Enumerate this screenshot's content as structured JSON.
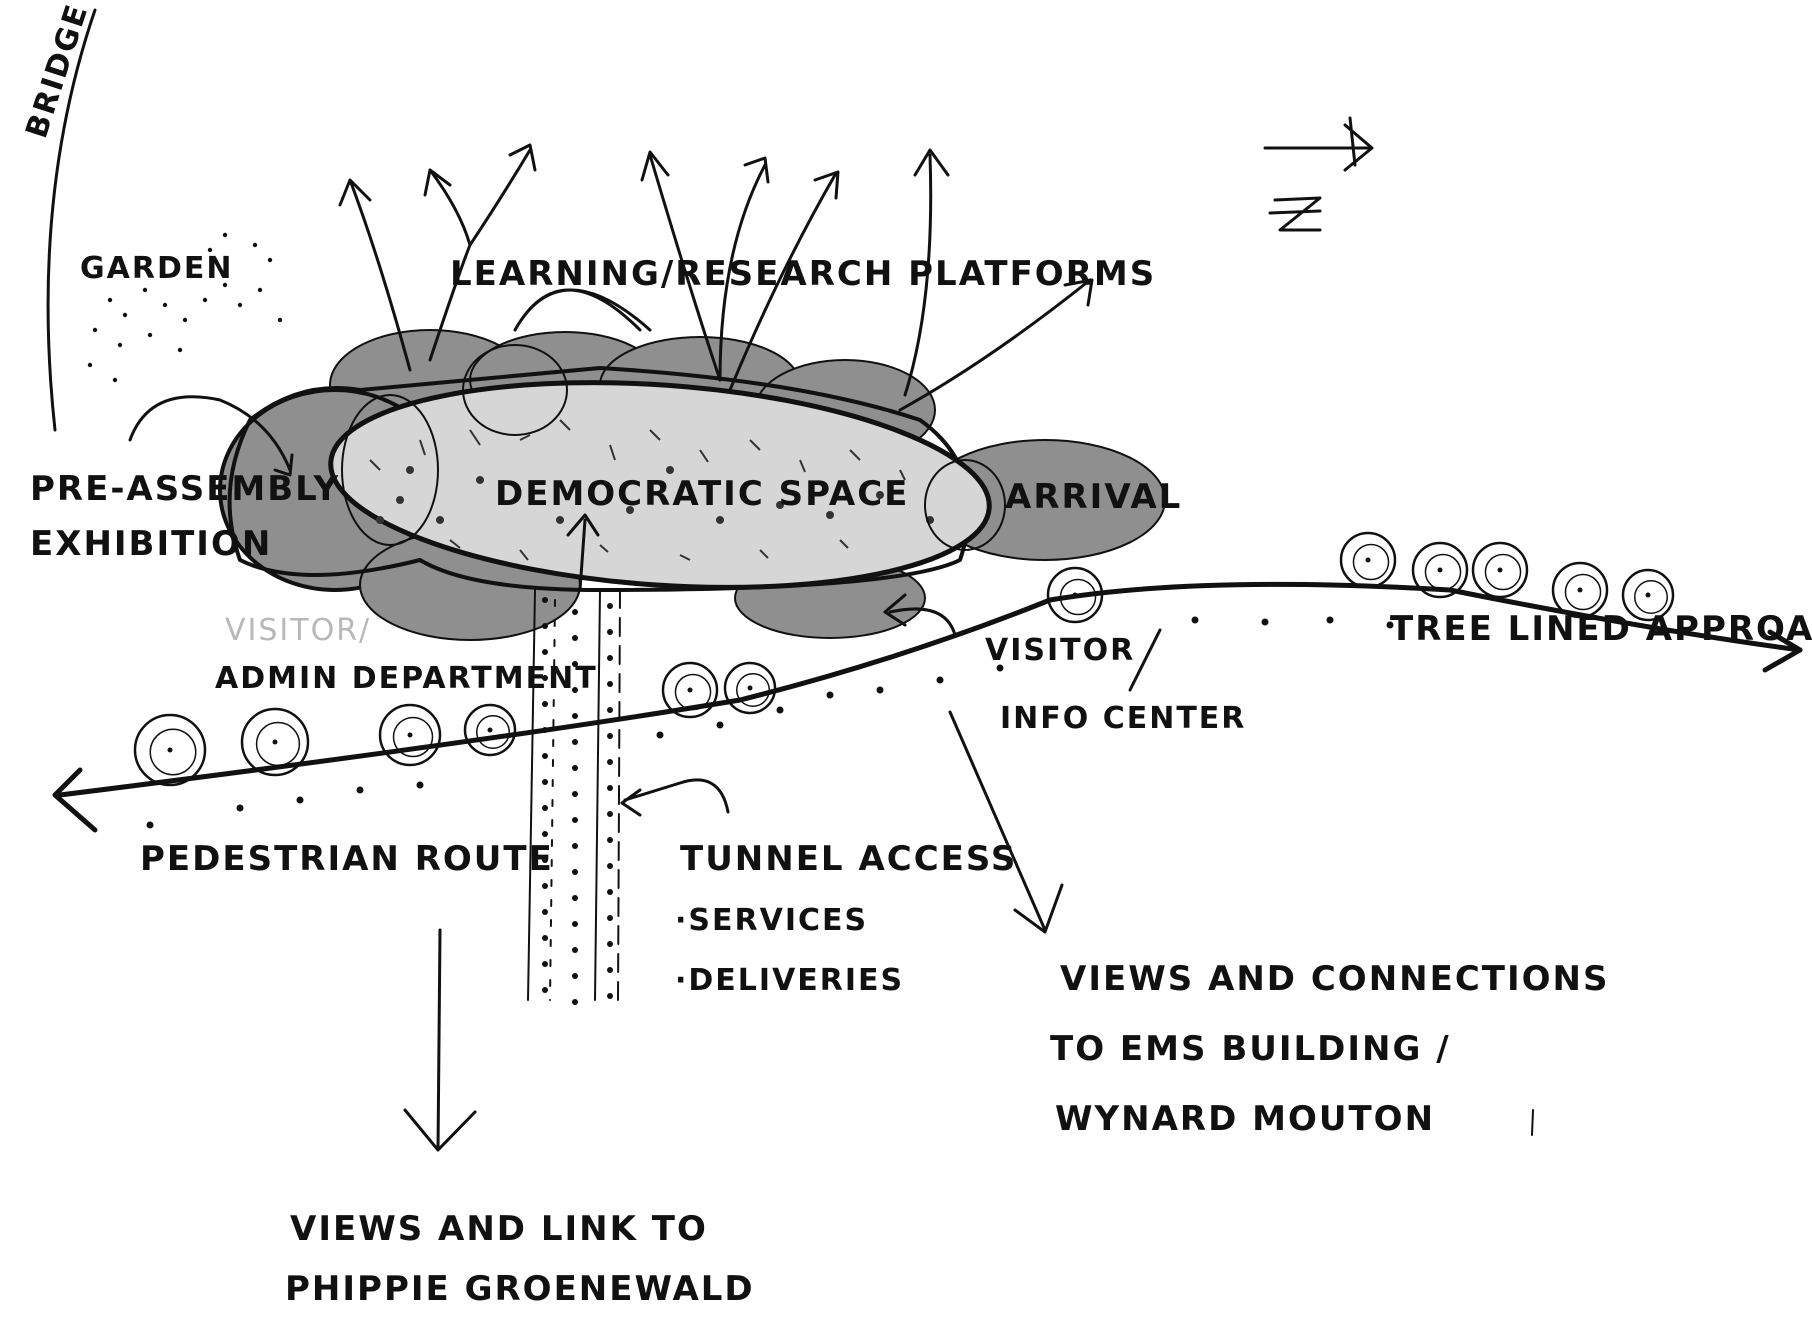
{
  "colors": {
    "ink": "#111111",
    "outer_bubble": "#8f8f8f",
    "inner_space": "#d6d6d6",
    "faint_text": "#b8b8b8",
    "paper": "#ffffff"
  },
  "labels": {
    "bridge": "BRIDGE",
    "garden": "GARDEN",
    "learning": "LEARNING/RESEARCH PLATFORMS",
    "pre_assembly": "PRE-ASSEMBLY",
    "exhibition": "EXHIBITION",
    "democratic": "DEMOCRATIC SPACE",
    "arrival": "ARRIVAL",
    "visitor_faint": "VISITOR/",
    "admin": "ADMIN DEPARTMENT",
    "visitor_info_1": "VISITOR",
    "visitor_info_2": "INFO CENTER",
    "tree_lined": "TREE LINED APPROACH",
    "pedestrian": "PEDESTRIAN ROUTE",
    "tunnel": "TUNNEL ACCESS",
    "services": "·SERVICES",
    "deliveries": "·DELIVERIES",
    "views_conn_1": "VIEWS AND CONNECTIONS",
    "views_conn_2": "TO EMS BUILDING /",
    "views_conn_3": "WYNARD MOUTON",
    "views_link_1": "VIEWS AND LINK TO",
    "views_link_2": "PHIPPIE GROENEWALD",
    "north": "N"
  },
  "icons": [
    "north-arrow-icon",
    "tree-icon",
    "arrow-icon"
  ]
}
